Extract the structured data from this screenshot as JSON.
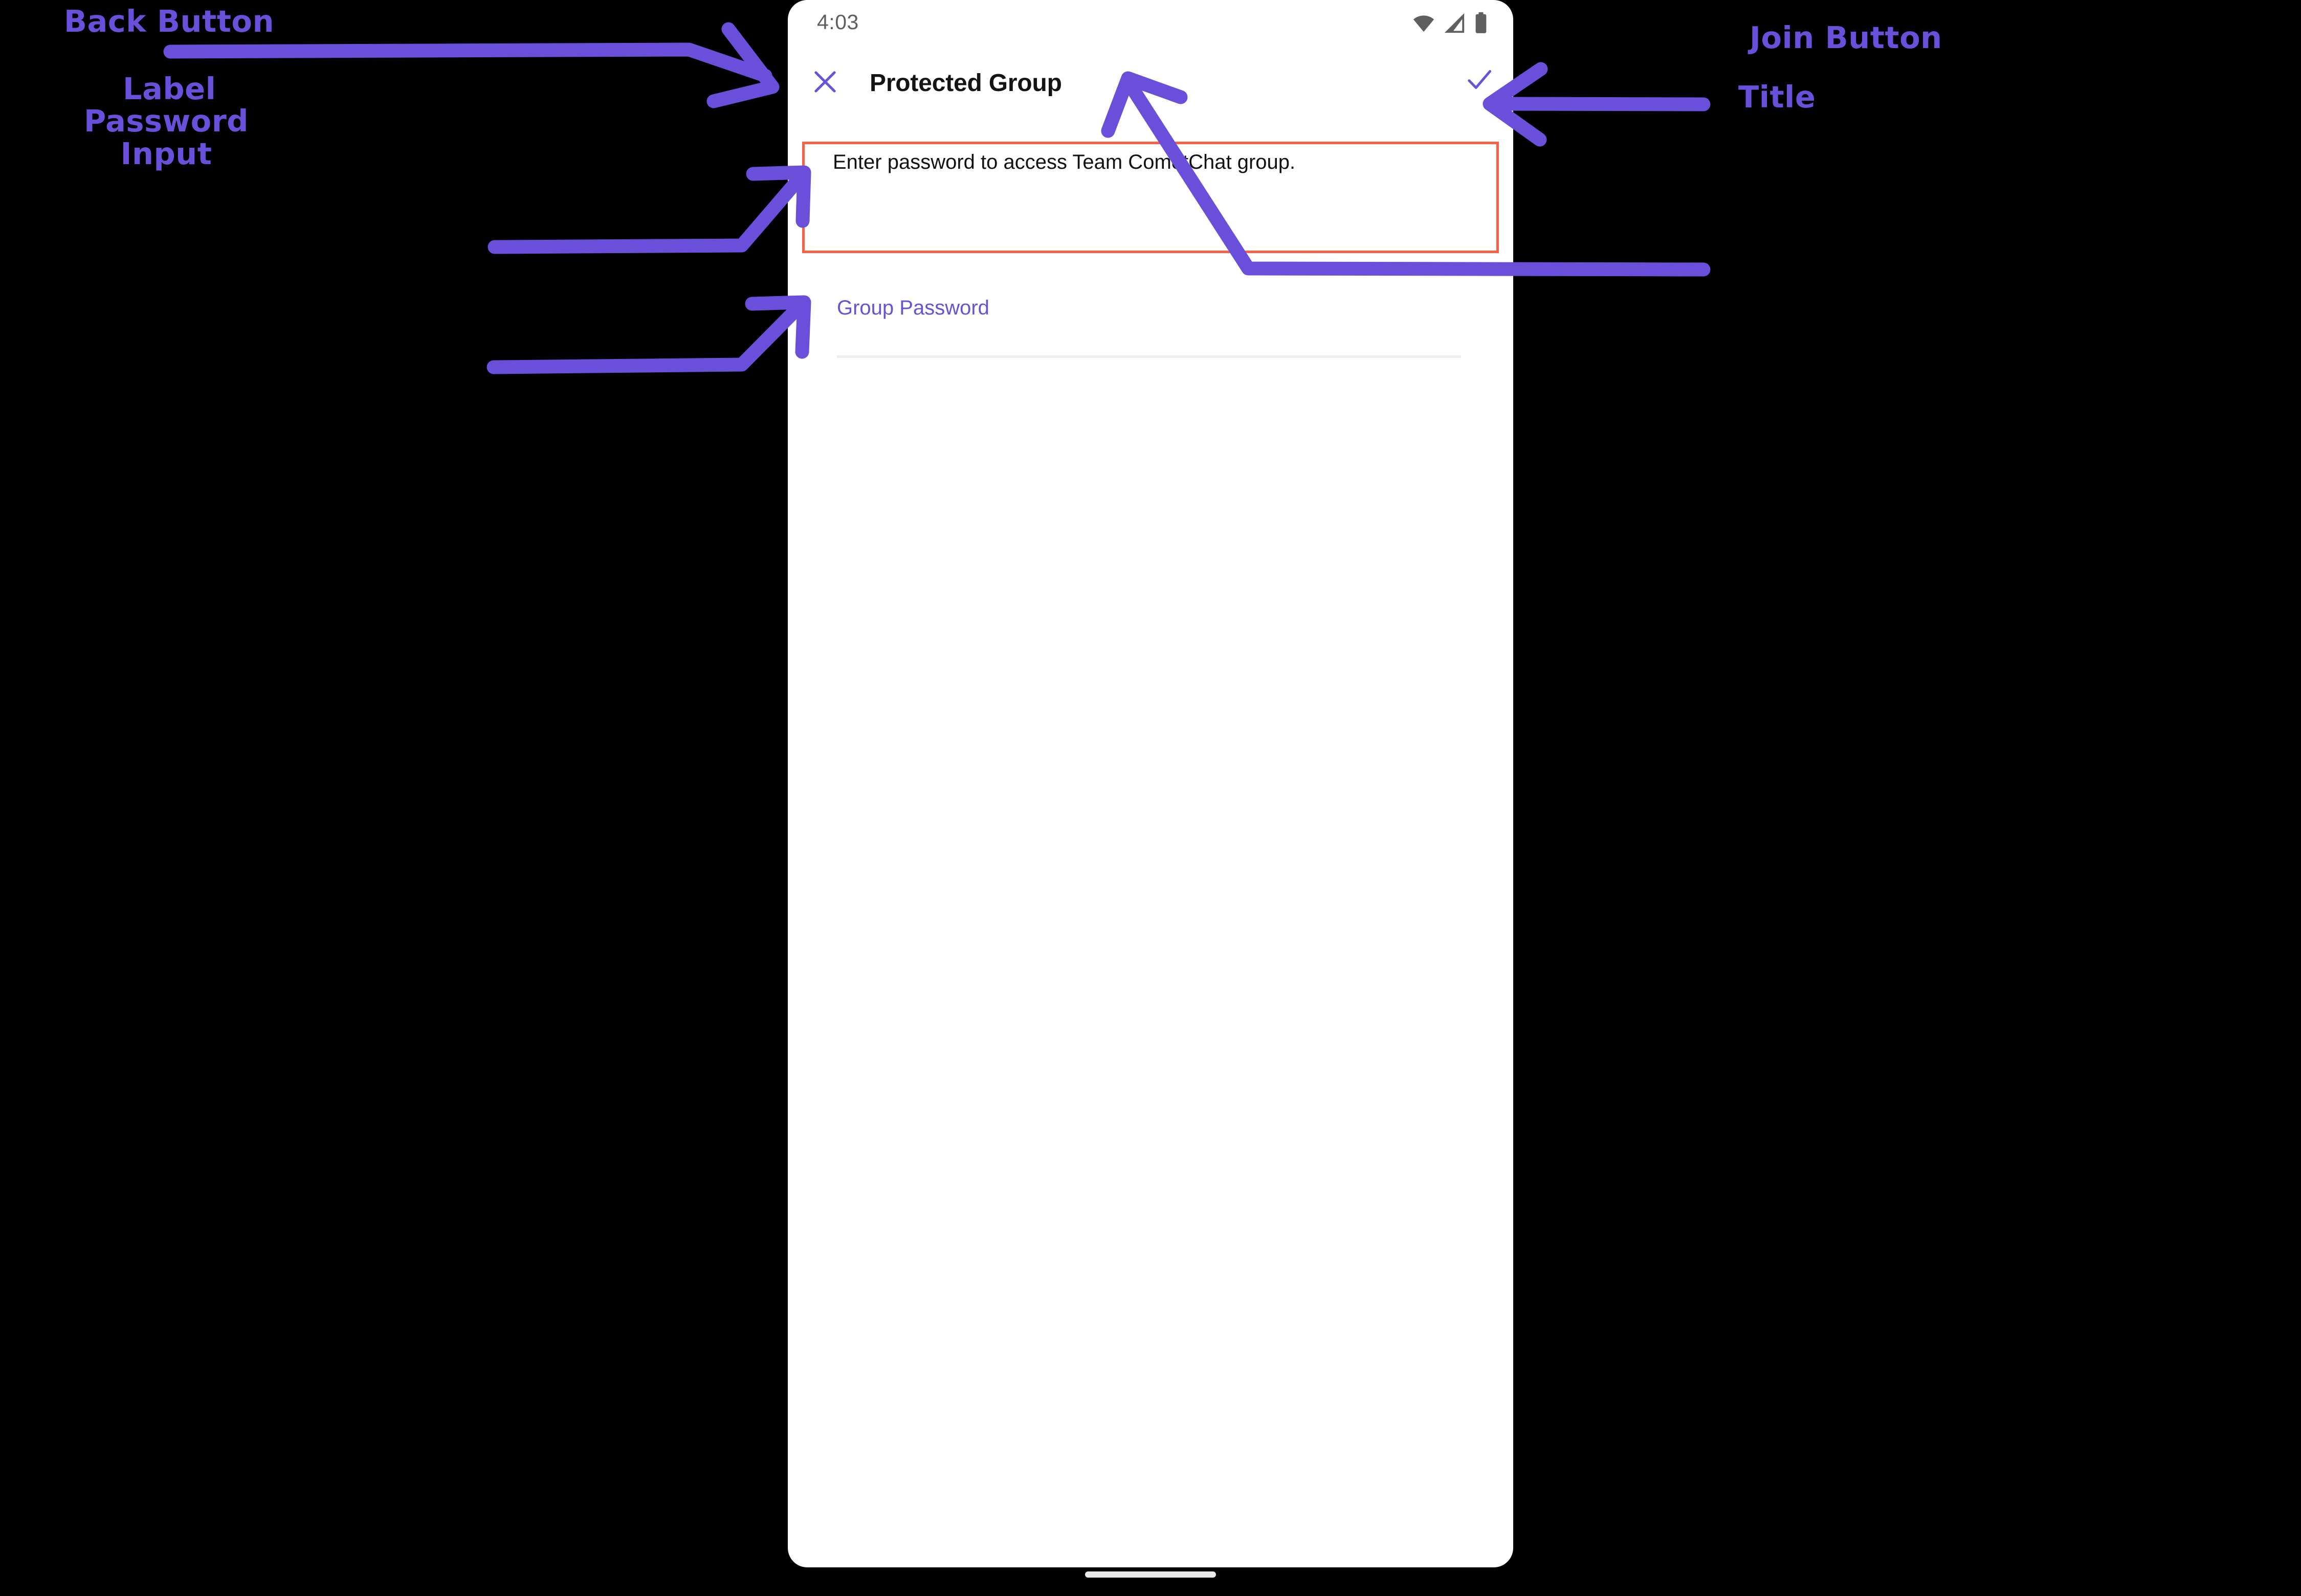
{
  "phone": {
    "status_bar": {
      "time": "4:03",
      "icons": [
        "wifi-icon",
        "cellular-signal-icon",
        "battery-icon"
      ]
    },
    "app_bar": {
      "close_icon": "close-x-icon",
      "title": "Protected Group",
      "join_icon": "checkmark-icon"
    },
    "content": {
      "description": "Enter password to access Team CometChat group.",
      "password_field": {
        "label": "Group Password",
        "value": "",
        "placeholder": ""
      }
    },
    "gesture_pill": "home-gesture-pill"
  },
  "annotations": {
    "back_button": "Back Button",
    "label": "Label",
    "password_input": "Password\nInput",
    "join_button": "Join Button",
    "title": "Title"
  },
  "colors": {
    "annotation_purple": "#6a4fdb",
    "accent_purple": "#6852d8",
    "callout_red": "#f96045",
    "background": "#000000",
    "phone_background": "#ffffff",
    "title_text": "#141414",
    "status_text": "#5f5f5f",
    "underline_gray": "#eceef0"
  }
}
